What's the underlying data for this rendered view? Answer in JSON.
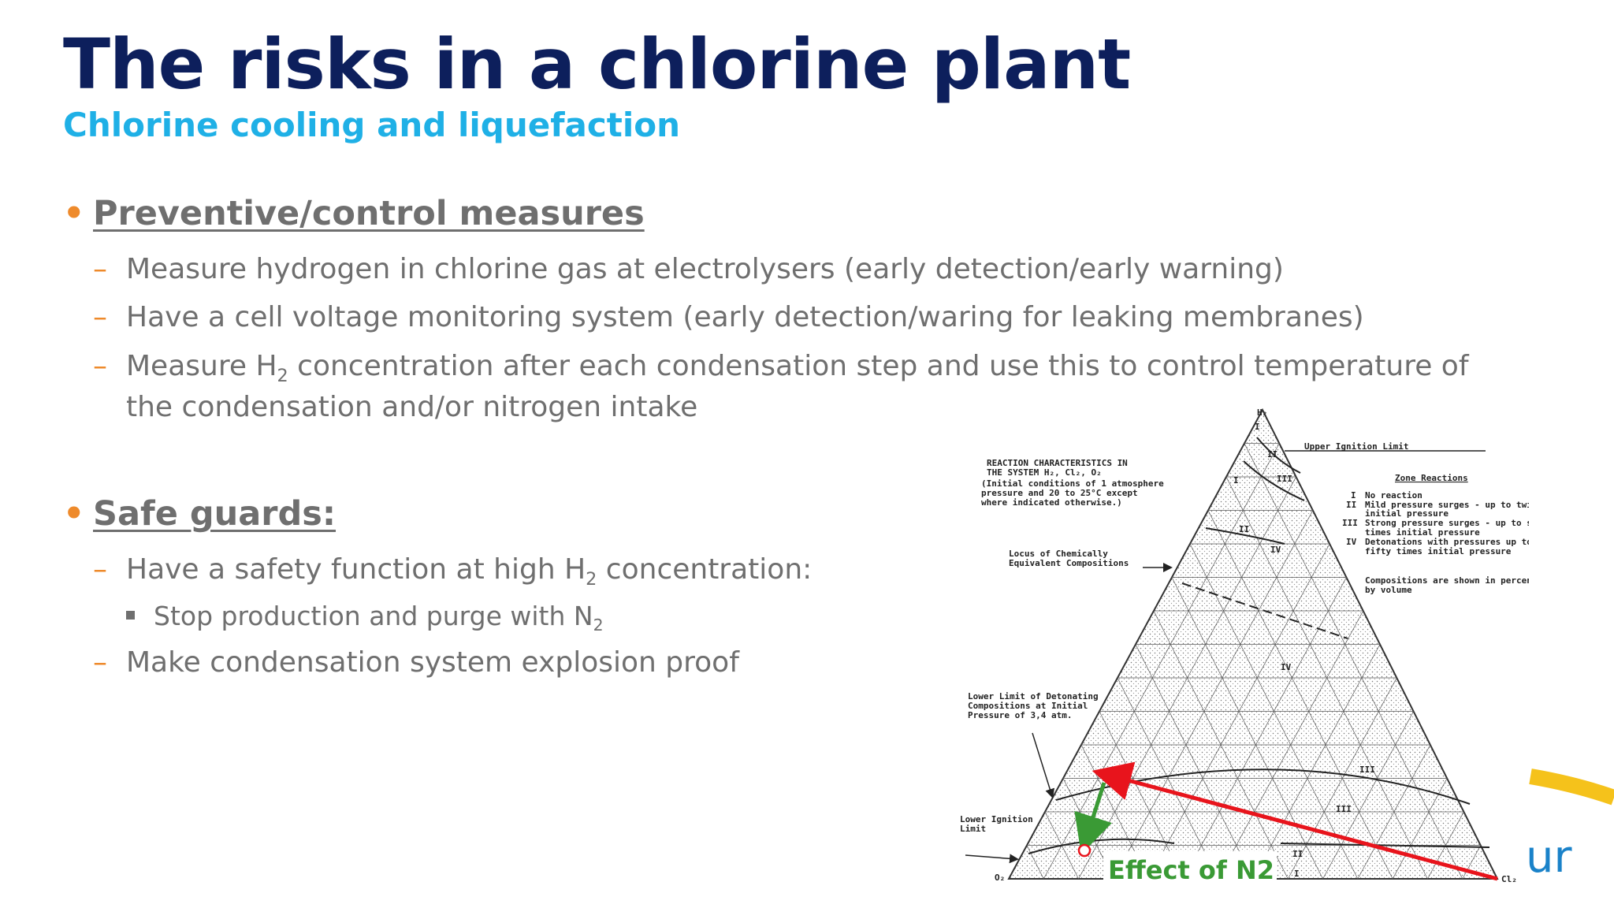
{
  "slide": {
    "title": "The risks in a chlorine plant",
    "subtitle": "Chlorine cooling and liquefaction"
  },
  "section1": {
    "heading": "Preventive/control measures",
    "items": [
      "Measure hydrogen in chlorine gas at electrolysers (early detection/early warning)",
      "Have a cell voltage monitoring system (early detection/waring for leaking membranes)"
    ],
    "item3": {
      "part_a": "Measure H",
      "sub": "2",
      "part_b": " concentration after each condensation step and use this to control temperature of the condensation and/or nitrogen intake"
    }
  },
  "section2": {
    "heading": "Safe guards:",
    "item1": {
      "part_a": "Have a safety function at high H",
      "sub": "2",
      "part_b": " concentration:"
    },
    "subitem": {
      "part_a": "Stop production and purge with N",
      "sub": "2"
    },
    "item2": "Make condensation system explosion proof"
  },
  "diagram": {
    "vertex_top": "H₂",
    "vertex_left": "O₂",
    "vertex_right": "Cl₂",
    "caption_lines": [
      "REACTION CHARACTERISTICS IN",
      "THE SYSTEM H₂, Cl₂, O₂",
      "(Initial conditions of 1 atmosphere",
      "pressure and 20 to 25°C except",
      "where indicated otherwise.)"
    ],
    "locus_lines": [
      "Locus of Chemically",
      "Equivalent Compositions"
    ],
    "lower_det_lines": [
      "Lower Limit of Detonating",
      "Compositions at Initial",
      "Pressure of 3,4 atm."
    ],
    "lower_ign_lines": [
      "Lower Ignition",
      "Limit"
    ],
    "upper_ign": "Upper Ignition Limit",
    "zone_title": "Zone Reactions",
    "zones": [
      {
        "num": "I",
        "desc": [
          "No reaction"
        ]
      },
      {
        "num": "II",
        "desc": [
          "Mild pressure surges - up to twice",
          "initial pressure"
        ]
      },
      {
        "num": "III",
        "desc": [
          "Strong pressure surges - up to six",
          "times initial pressure"
        ]
      },
      {
        "num": "IV",
        "desc": [
          "Detonations with pressures up to",
          "fifty times initial pressure"
        ]
      }
    ],
    "composition_note": [
      "Compositions are shown in percent",
      "by volume"
    ],
    "zone_marks": [
      "I",
      "II",
      "III",
      "IV",
      "I",
      "II",
      "III",
      "IV",
      "III",
      "II",
      "I"
    ],
    "effect_label": "Effect of N2",
    "colors": {
      "red_arrow": "#e8141c",
      "green_arrow": "#3a9a35",
      "effect_text": "#3a9a35"
    }
  },
  "logo": {
    "text": "ur",
    "arc_color": "#f5c21b"
  }
}
